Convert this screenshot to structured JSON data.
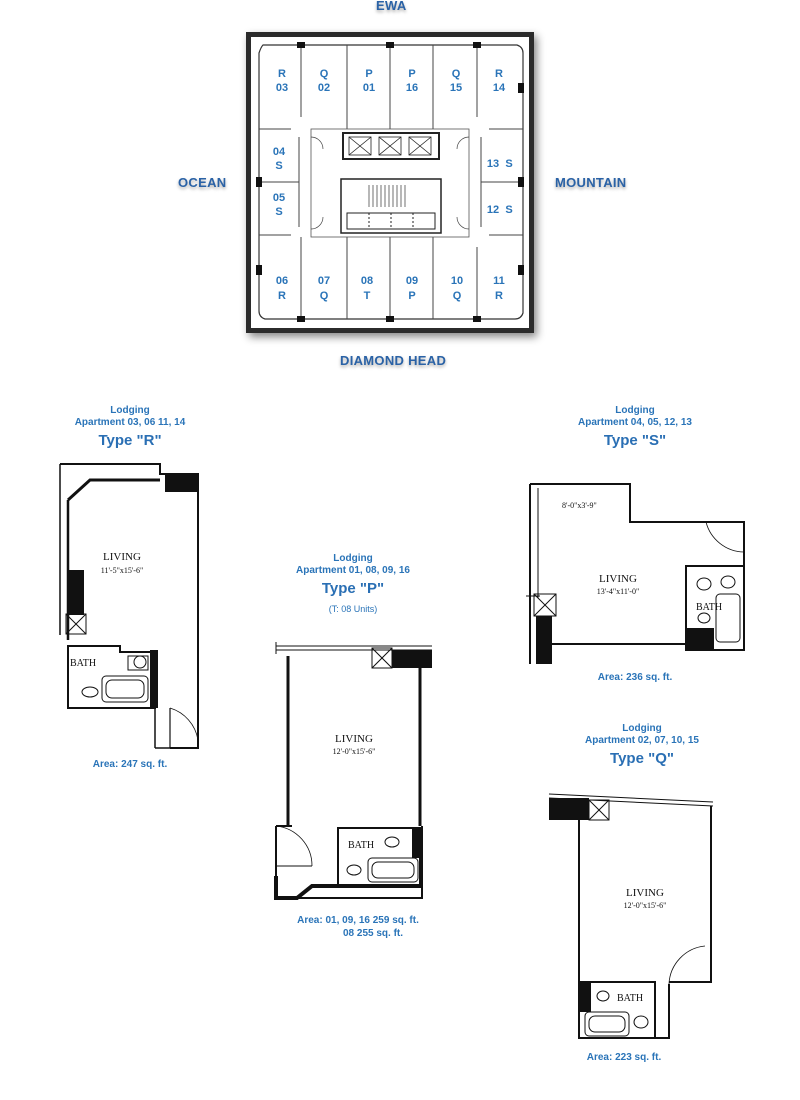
{
  "compass": {
    "north": "EWA",
    "west": "OCEAN",
    "east": "MOUNTAIN",
    "south": "DIAMOND HEAD"
  },
  "floorplan_units": {
    "top": [
      {
        "type": "R",
        "number": "03"
      },
      {
        "type": "Q",
        "number": "02"
      },
      {
        "type": "P",
        "number": "01"
      },
      {
        "type": "P",
        "number": "16"
      },
      {
        "type": "Q",
        "number": "15"
      },
      {
        "type": "R",
        "number": "14"
      }
    ],
    "left": [
      {
        "type": "S",
        "number": "04"
      },
      {
        "type": "S",
        "number": "05"
      }
    ],
    "right": [
      {
        "type": "S",
        "number": "13"
      },
      {
        "type": "S",
        "number": "12"
      }
    ],
    "bottom": [
      {
        "type": "R",
        "number": "06"
      },
      {
        "type": "Q",
        "number": "07"
      },
      {
        "type": "T",
        "number": "08"
      },
      {
        "type": "P",
        "number": "09"
      },
      {
        "type": "Q",
        "number": "10"
      },
      {
        "type": "R",
        "number": "11"
      }
    ]
  },
  "types": {
    "R": {
      "heading": "Lodging",
      "apartments": "Apartment 03, 06 11, 14",
      "title": "Type \"R\"",
      "room_living": "LIVING",
      "living_dim": "11'-5\"x15'-6\"",
      "room_bath": "BATH",
      "area": "Area: 247 sq. ft."
    },
    "P": {
      "heading": "Lodging",
      "apartments": "Apartment 01, 08, 09, 16",
      "title": "Type \"P\"",
      "note": "(T: 08 Units)",
      "room_living": "LIVING",
      "living_dim": "12'-0\"x15'-6\"",
      "room_bath": "BATH",
      "area_line1": "Area: 01, 09, 16 259 sq. ft.",
      "area_line2": "08 255 sq. ft."
    },
    "S": {
      "heading": "Lodging",
      "apartments": "Apartment 04, 05, 12, 13",
      "title": "Type \"S\"",
      "alcove_dim": "8'-0\"x3'-9\"",
      "room_living": "LIVING",
      "living_dim": "13'-4\"x11'-0\"",
      "room_bath": "BATH",
      "area": "Area: 236 sq. ft."
    },
    "Q": {
      "heading": "Lodging",
      "apartments": "Apartment 02, 07, 10, 15",
      "title": "Type \"Q\"",
      "room_living": "LIVING",
      "living_dim": "12'-0\"x15'-6\"",
      "room_bath": "BATH",
      "area": "Area: 223 sq. ft."
    }
  }
}
